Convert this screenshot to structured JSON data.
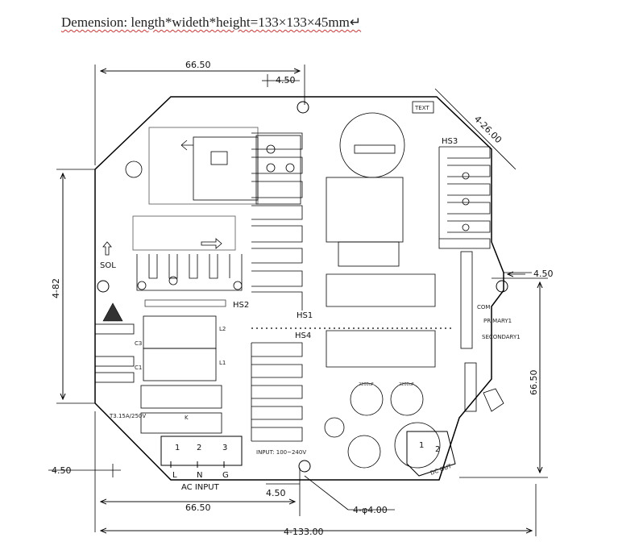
{
  "title": "Demension: length*wideth*height=133×133×45mm↵",
  "dims": {
    "top_width": "66.50",
    "top_offset": "4.50",
    "corner_top_right": "4-26.00",
    "left_height": "4-82",
    "right_offset": "4.50",
    "right_height": "66.50",
    "bottom_left_offset": "4.50",
    "bottom_center_offset": "4.50",
    "bottom_width": "66.50",
    "hole": "4-φ4.00",
    "overall_width": "4-133.00"
  },
  "board": {
    "text_box": "TEXT",
    "hs1": "HS1",
    "hs2": "HS2",
    "hs3": "HS3",
    "hs4": "HS4",
    "sol": "SOL",
    "terminals": [
      "1",
      "2",
      "3"
    ],
    "terminal_letters": [
      "L",
      "N",
      "G"
    ],
    "ac_input": "AC INPUT",
    "dc_out": "DC OUT",
    "input_note": "INPUT: 100~240V",
    "fuse_note": "T3.15A/250V",
    "com": "COM",
    "primary": "PRIMARY1",
    "secondary": "SECONDARY1",
    "dc_pins": [
      "1",
      "2"
    ],
    "k_label": "K",
    "l1": "L1",
    "l2": "L2",
    "c1": "C1",
    "c3": "C3",
    "cap_label_1": "2200uF",
    "cap_label_2": "2200uF"
  }
}
